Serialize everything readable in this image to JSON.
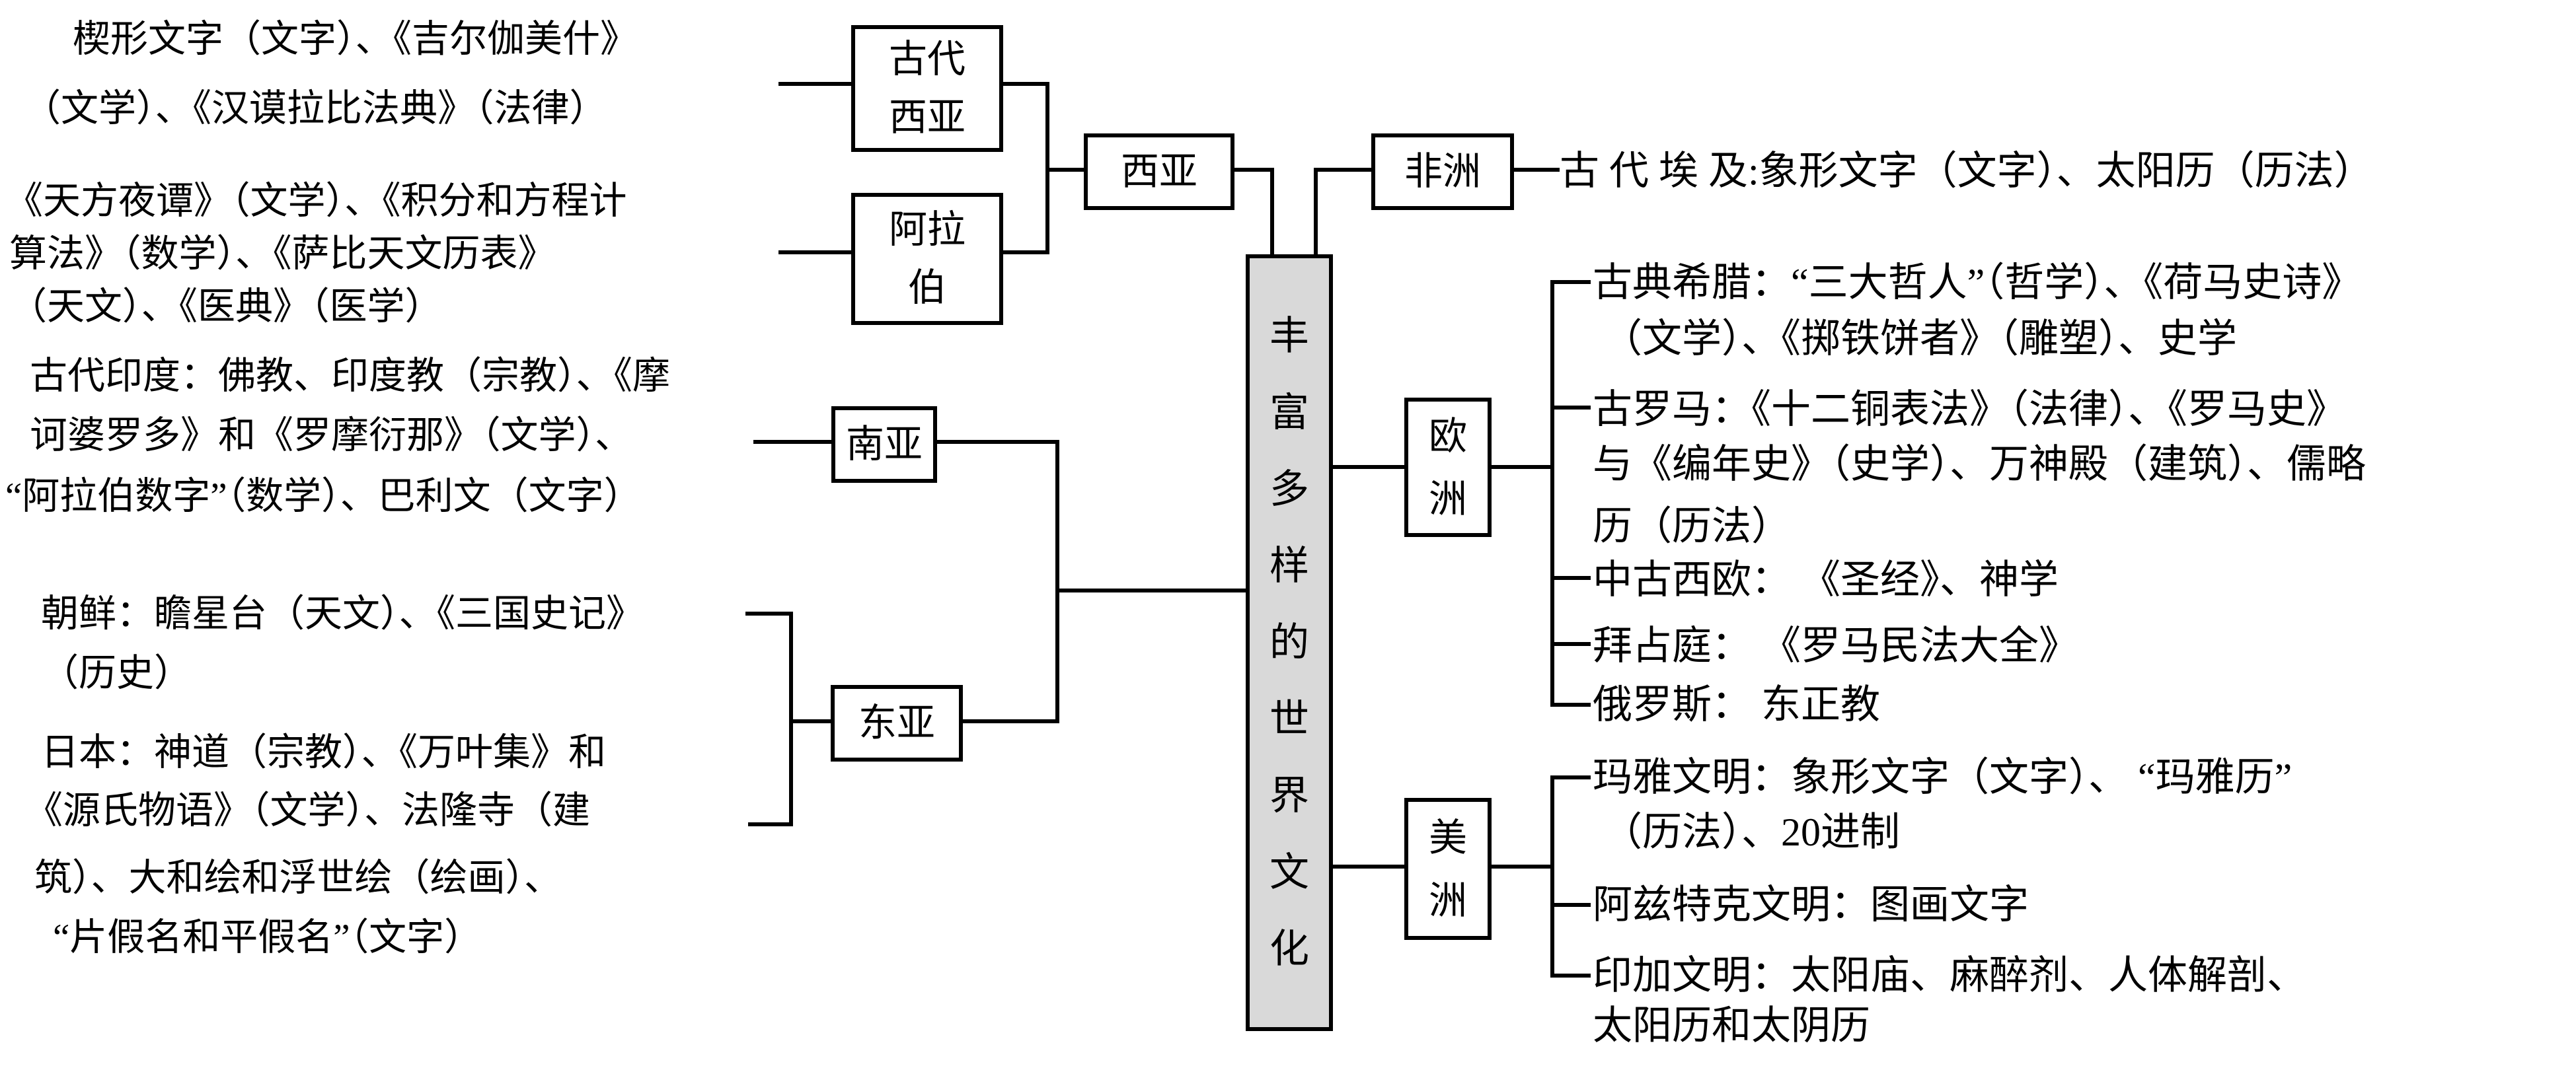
{
  "title": "丰富多样的世界文化",
  "colors": {
    "line": "#000000",
    "root_fill": "#d9d9d9",
    "background": "#ffffff",
    "text": "#000000"
  },
  "root": {
    "label": "丰\n富\n多\n样\n的\n世\n界\n文\n化"
  },
  "regions": {
    "ancient_west_asia": {
      "label": "古代\n西亚"
    },
    "arab": {
      "label": "阿拉\n伯"
    },
    "west_asia": {
      "label": "西亚"
    },
    "south_asia": {
      "label": "南亚"
    },
    "east_asia": {
      "label": "东亚"
    },
    "africa": {
      "label": "非洲"
    },
    "europe": {
      "label": "欧\n洲"
    },
    "america": {
      "label": "美\n洲"
    }
  },
  "left_texts": {
    "ancient_west_asia_lines": [
      "楔形文字（文字）、《吉尔伽美什》",
      "（文学）、《汉谟拉比法典》（法律）"
    ],
    "arab_lines": [
      "《天方夜谭》（文学）、《积分和方程计",
      "算法》（数学）、《萨比天文历表》",
      "（天文）、《医典》（医学）"
    ],
    "south_asia_lines": [
      "古代印度：佛教、印度教（宗教）、《摩",
      "诃婆罗多》和《罗摩衍那》（文学）、",
      "“阿拉伯数字”（数学）、巴利文（文字）"
    ],
    "korea_lines": [
      "朝鲜：瞻星台（天文）、《三国史记》",
      "（历史）"
    ],
    "japan_lines": [
      "日本：神道（宗教）、《万叶集》和",
      "《源氏物语》（文学）、法隆寺（建",
      "筑）、大和绘和浮世绘（绘画）、",
      "“片假名和平假名”（文字）"
    ]
  },
  "right_texts": {
    "africa_line": "古 代 埃 及:象形文字（文字）、太阳历（历法）",
    "europe_lines": [
      "古典希腊：“三大哲人”（哲学）、《荷马史诗》",
      "（文学）、《掷铁饼者》（雕塑）、史学",
      "古罗马：《十二铜表法》（法律）、《罗马史》",
      "与《编年史》（史学）、万神殿（建筑）、儒略",
      "历（历法）",
      "中古西欧： 《圣经》、神学",
      "拜占庭： 《罗马民法大全》",
      "俄罗斯： 东正教"
    ],
    "america_lines": [
      "玛雅文明：象形文字（文字）、 “玛雅历”",
      "（历法）、20进制",
      "阿兹特克文明：图画文字",
      "印加文明：太阳庙、麻醉剂、人体解剖、",
      "太阳历和太阴历"
    ]
  }
}
